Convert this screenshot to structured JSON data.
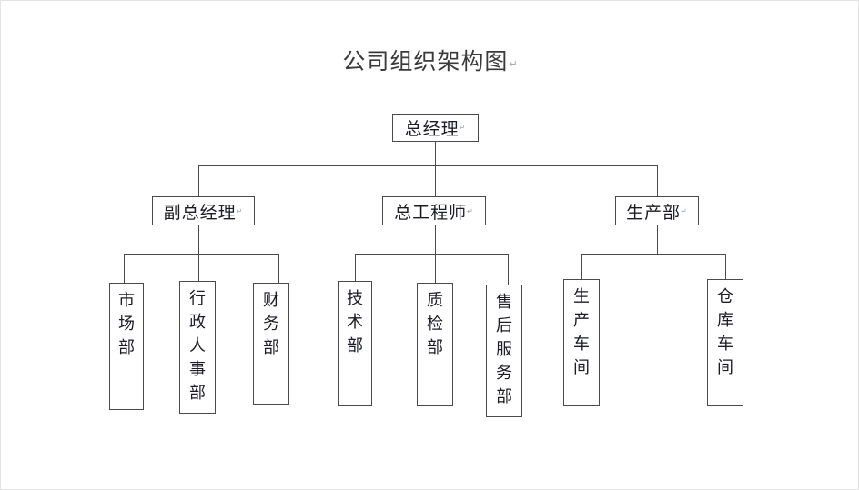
{
  "document": {
    "title": "公司组织架构图",
    "title_pilcrow": "↵",
    "pilcrow": "↵"
  },
  "org_chart": {
    "type": "diagram",
    "root": {
      "id": "general-manager",
      "label": "总经理",
      "pilcrow": "↵"
    },
    "level2": [
      {
        "id": "deputy-general-manager",
        "label": "副总经理",
        "pilcrow": "↵"
      },
      {
        "id": "chief-engineer",
        "label": "总工程师",
        "pilcrow": "↵"
      },
      {
        "id": "production-department",
        "label": "生产部",
        "pilcrow": "↵"
      }
    ],
    "level3": [
      {
        "id": "marketing-department",
        "label": "市场部",
        "chars": [
          "市",
          "场",
          "部"
        ],
        "parent": "deputy-general-manager",
        "pilcrow": "↵"
      },
      {
        "id": "admin-hr-department",
        "label": "行政人事部",
        "chars": [
          "行",
          "政",
          "人",
          "事",
          "部"
        ],
        "parent": "deputy-general-manager",
        "pilcrow": ""
      },
      {
        "id": "finance-department",
        "label": "财务部",
        "chars": [
          "财",
          "务",
          "部"
        ],
        "parent": "deputy-general-manager",
        "pilcrow": "↵"
      },
      {
        "id": "technology-department",
        "label": "技术部",
        "chars": [
          "技",
          "术",
          "部"
        ],
        "parent": "chief-engineer",
        "pilcrow": "↵"
      },
      {
        "id": "quality-inspection-department",
        "label": "质检部",
        "chars": [
          "质",
          "检",
          "部"
        ],
        "parent": "chief-engineer",
        "pilcrow": "↵"
      },
      {
        "id": "after-sales-service-department",
        "label": "售后服务部",
        "chars": [
          "售",
          "后",
          "服",
          "务",
          "部"
        ],
        "parent": "chief-engineer",
        "pilcrow": "↵"
      },
      {
        "id": "production-workshop",
        "label": "生产车间",
        "chars": [
          "生",
          "产",
          "车",
          "间"
        ],
        "parent": "production-department",
        "pilcrow": "↵"
      },
      {
        "id": "warehouse-workshop",
        "label": "仓库车间",
        "chars": [
          "仓",
          "库",
          "车",
          "间"
        ],
        "parent": "production-department",
        "pilcrow": "↵"
      }
    ]
  },
  "colors": {
    "box_border": "#4a4a4a",
    "connector": "#4a4a4a",
    "text": "#1b1b2a",
    "title": "#3a3a3a",
    "pilcrow": "#9aa4b8",
    "page_border": "#e3e3e3",
    "background": "#ffffff"
  }
}
